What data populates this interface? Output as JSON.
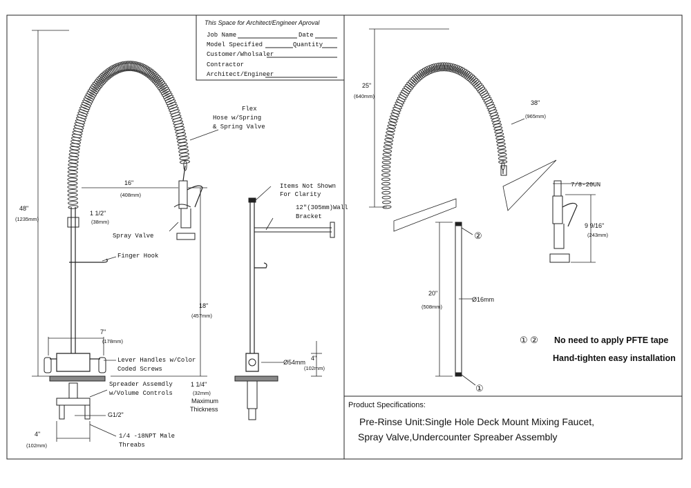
{
  "approval_box": {
    "title": "This Space for Architect/Engineer Aproval",
    "job_name": "Job Name",
    "date": "Date",
    "model_specified": "Model Specified",
    "quantity": "Quantity",
    "customer": "Customer/Wholsaler",
    "contractor": "Contractor",
    "architect": "Architect/Engineer"
  },
  "left_view": {
    "height_total": "48\"",
    "height_total_mm": "(1235mm)",
    "flex_hose_line1": "Flex",
    "flex_hose_line2": "Hose w/Spring",
    "flex_hose_line3": "& Spring Valve",
    "reach": "16\"",
    "reach_mm": "(408mm)",
    "riser_dia": "1 1/2\"",
    "riser_dia_mm": "(38mm)",
    "spray_valve": "Spray Valve",
    "finger_hook": "Finger Hook",
    "spread": "7\"",
    "spread_mm": "(178mm)",
    "lever_line1": "Lever Handles w/Color",
    "lever_line2": "Coded Screws",
    "spreader_line1": "Spreader Assemdly",
    "spreader_line2": "w/Volume Controls",
    "thread_g": "G1/2\"",
    "bottom_width": "4\"",
    "bottom_width_mm": "(102mm)",
    "npt_line1": "1/4 -18NPT Male",
    "npt_line2": "Threabs"
  },
  "side_view": {
    "items_line1": "Items Not Shown",
    "items_line2": "For Clarity",
    "bracket_line1": "12\"(305mm)Wall",
    "bracket_line2": "Bracket",
    "height": "18\"",
    "height_mm": "(457mm)",
    "base_dia": "Ø54mm",
    "base_h": "4\"",
    "base_h_mm": "(102mm)",
    "thickness": "1 1/4\"",
    "thickness_mm": "(32mm)",
    "thickness_line1": "Maximum",
    "thickness_line2": "Thickness"
  },
  "right_view": {
    "hose_height": "25\"",
    "hose_height_mm": "(640mm)",
    "hose_length": "38\"",
    "hose_length_mm": "(965mm)",
    "thread": "7/8-20UN",
    "valve_h": "9 9/16\"",
    "valve_h_mm": "(243mm)",
    "riser_len": "20\"",
    "riser_len_mm": "(508mm)",
    "riser_dia": "Ø16mm",
    "mark_2": "②",
    "mark_1": "①",
    "note_marks": "① ②",
    "note_line1": "No need to apply PFTE tape",
    "note_line2": "Hand-tighten easy installation"
  },
  "specs": {
    "heading": "Product Specifications:",
    "line1": "Pre-Rinse Unit:Single Hole Deck Mount Mixing Faucet,",
    "line2": "Spray Valve,Undercounter Spreaber Assembly"
  }
}
